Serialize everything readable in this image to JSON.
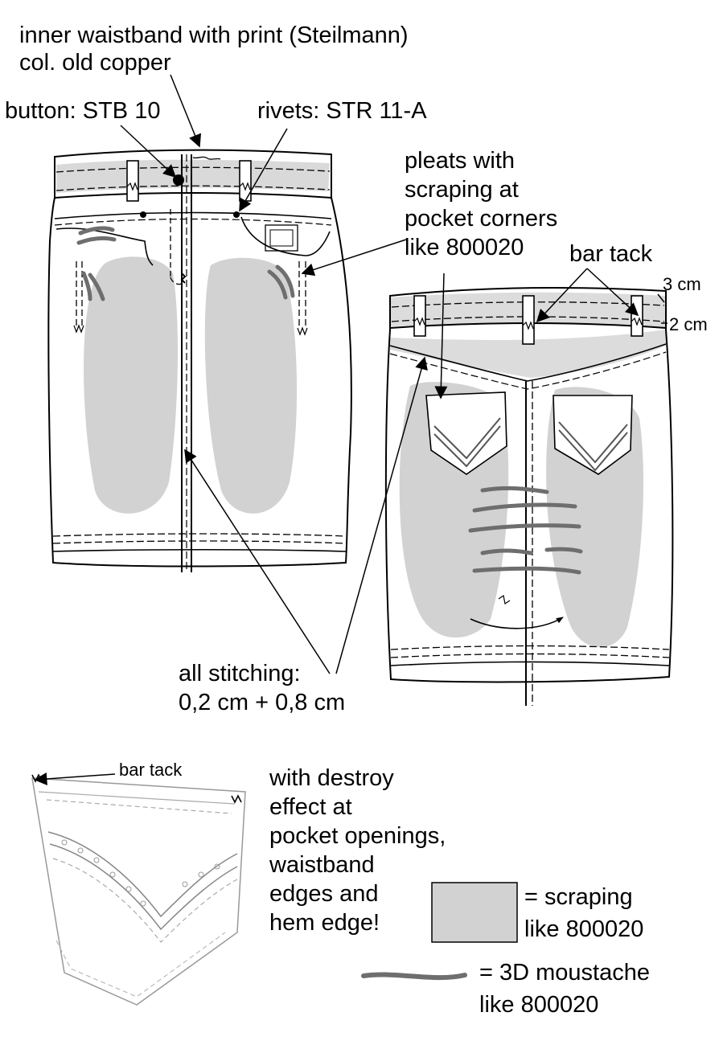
{
  "colors": {
    "scraping": "#d2d2d2",
    "moustache": "#6e6e6e",
    "ink": "#000000",
    "background": "#ffffff"
  },
  "annotations": {
    "waistband_print": "inner waistband with print (Steilmann)",
    "waistband_color": "col. old copper",
    "button": "button: STB 10",
    "rivets": "rivets: STR 11-A",
    "pleats_1": "pleats with",
    "pleats_2": "scraping at",
    "pleats_3": "pocket corners",
    "pleats_4": "like 800020",
    "bar_tack_back": "bar tack",
    "dim_3cm": "3 cm",
    "dim_2cm": "2 cm",
    "stitching_1": "all stitching:",
    "stitching_2": "0,2 cm + 0,8 cm",
    "bar_tack_pocket": "bar tack",
    "destroy_1": "with destroy",
    "destroy_2": "effect at",
    "destroy_3": "pocket openings,",
    "destroy_4": "waistband",
    "destroy_5": "edges and",
    "destroy_6": "hem edge!"
  },
  "legend": {
    "scraping_1": "= scraping",
    "scraping_2": "like 800020",
    "moustache_1": "= 3D moustache",
    "moustache_2": "like 800020"
  }
}
